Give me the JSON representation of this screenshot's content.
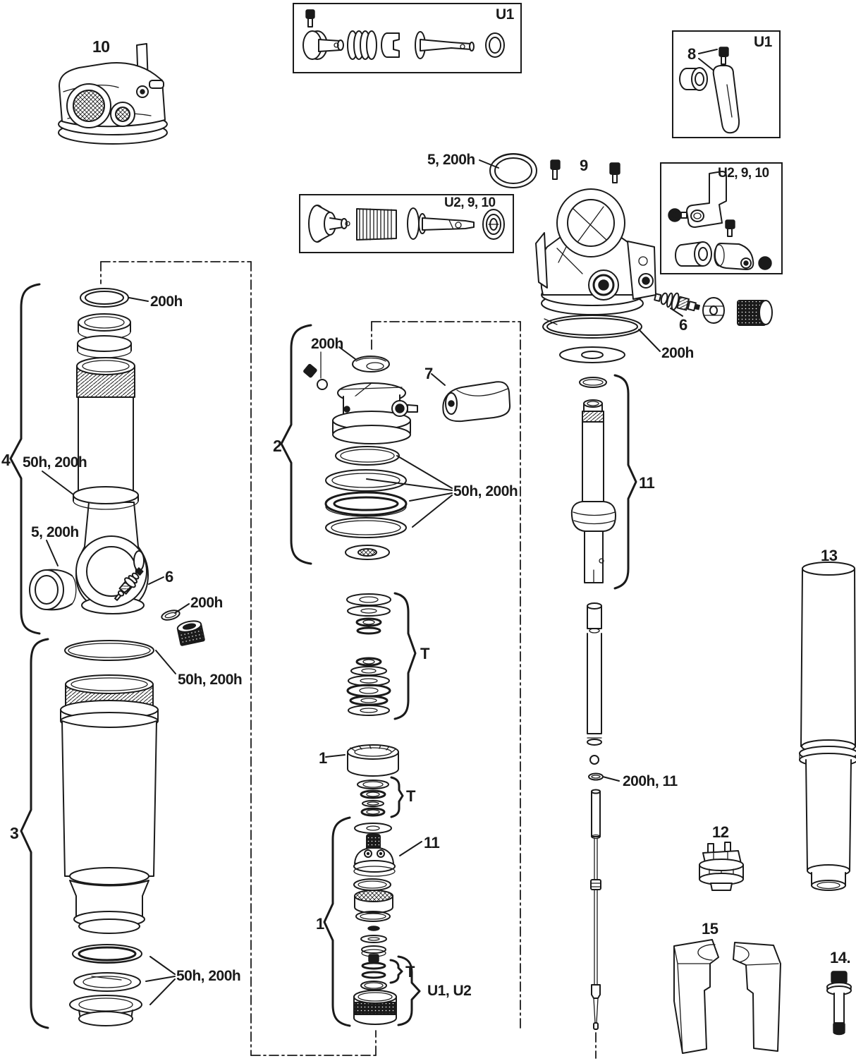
{
  "diagram": {
    "type": "exploded-parts-diagram",
    "subject": "rear-shock-service-parts",
    "ink_color": "#1a1a1a",
    "background_color": "#ffffff",
    "insets": {
      "u1_top": "U1",
      "u1_right": "U1",
      "u2_9_10_mid": "U2, 9, 10",
      "u2_9_10_right": "U2, 9, 10"
    },
    "callouts": {
      "part10": "10",
      "part8": "8",
      "bushing_top": "5, 200h",
      "part9": "9",
      "part6_right": "6",
      "oring_200h_right": "200h",
      "oring_200h_p4": "200h",
      "seal_50h200h_p4": "50h, 200h",
      "part4": "4",
      "bushing_p4": "5, 200h",
      "part6_left": "6",
      "cap_200h_left": "200h",
      "oring_50h200h_p3": "50h, 200h",
      "part3": "3",
      "seals_50h200h_p3": "50h, 200h",
      "cap_200h_p2": "200h",
      "part2": "2",
      "part7": "7",
      "rings_50h200h_p2": "50h, 200h",
      "shimstack_t_main": "T",
      "part1_top": "1",
      "shimstack_t_mid": "T",
      "part11_piston": "11",
      "part1_bottom": "1",
      "shimstack_t_bottom": "T",
      "group_u1_u2": "U1, U2",
      "part11_shaft": "11",
      "oring_200h_11": "200h, 11",
      "part12": "12",
      "part13": "13",
      "part15": "15",
      "part14": "14."
    }
  }
}
